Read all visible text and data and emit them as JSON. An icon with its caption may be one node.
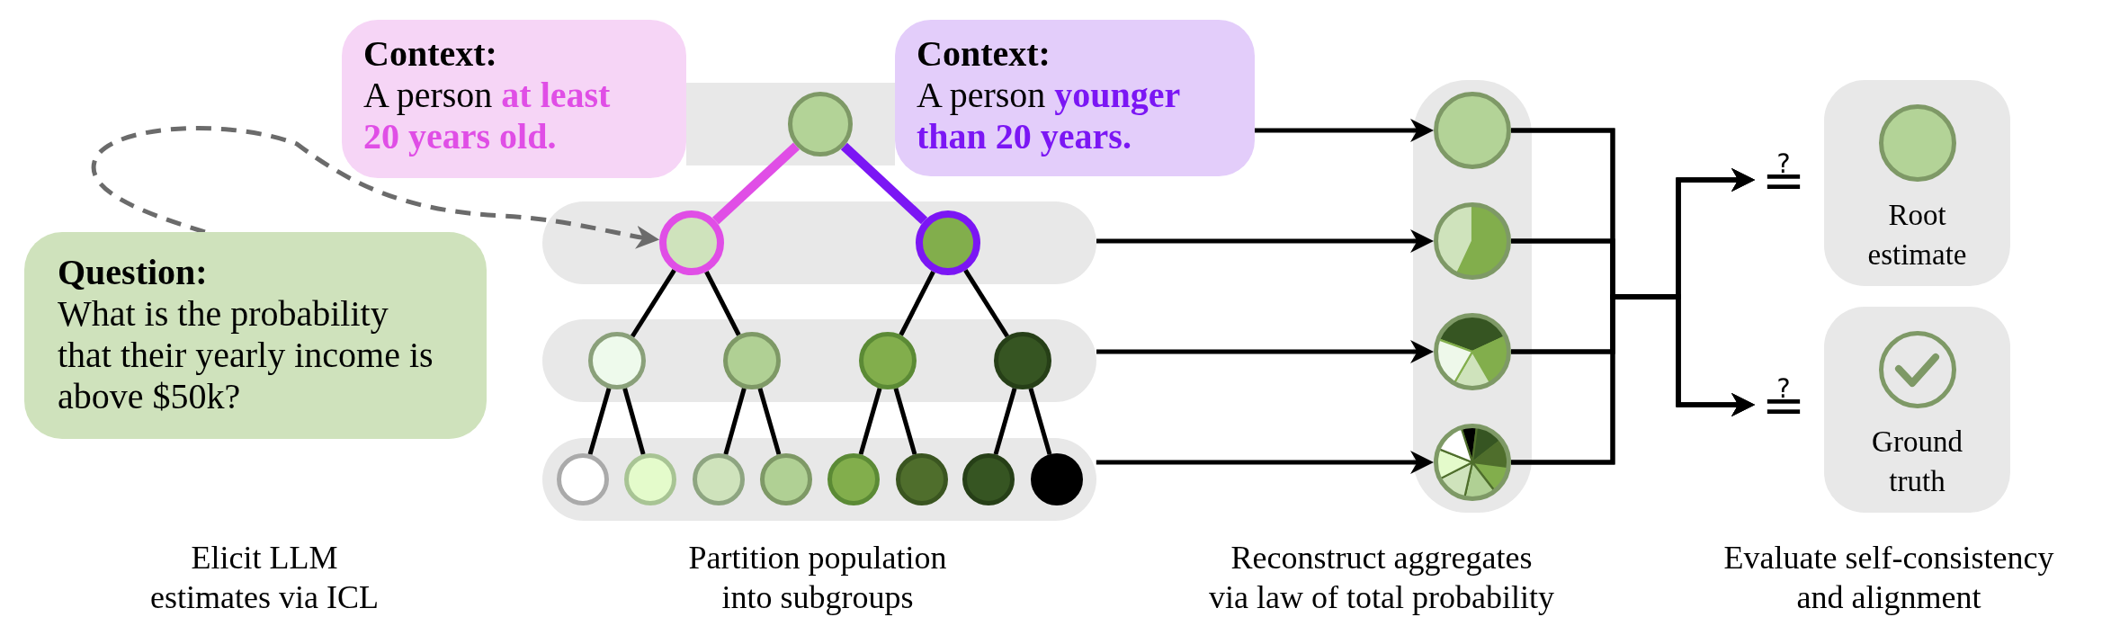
{
  "diagram": {
    "nodes": [
      {
        "text": [
          "Context:",
          "A person **at least 20 years old.**"
        ]
      },
      {
        "text": [
          "Context:",
          "A person **younger than 20 years.**"
        ]
      },
      {
        "text": [
          "Question:",
          "What is the probability that their yearly income is above $50k?"
        ]
      },
      {
        "text": [],
        "shape": "bar"
      },
      {
        "text": [],
        "shape": "circle",
        "in": 3
      },
      {
        "text": [],
        "shape": "bar"
      },
      {
        "text": [],
        "shape": "circle",
        "in": 5
      },
      {
        "text": [],
        "shape": "circle",
        "in": 5
      },
      {
        "text": [],
        "shape": "bar"
      },
      {
        "text": [],
        "shape": "circle",
        "in": 8
      },
      {
        "text": [],
        "shape": "circle",
        "in": 8
      },
      {
        "text": [],
        "shape": "circle",
        "in": 8
      },
      {
        "text": [],
        "shape": "circle",
        "in": 8
      },
      {
        "text": [],
        "shape": "bar"
      },
      {
        "text": [],
        "shape": "circle",
        "in": 13
      },
      {
        "text": [],
        "shape": "circle",
        "in": 13
      },
      {
        "text": [],
        "shape": "circle",
        "in": 13
      },
      {
        "text": [],
        "shape": "circle",
        "in": 13
      },
      {
        "text": [],
        "shape": "circle",
        "in": 13
      },
      {
        "text": [],
        "shape": "circle",
        "in": 13
      },
      {
        "text": [],
        "shape": "circle",
        "in": 13
      },
      {
        "text": [],
        "shape": "circle",
        "in": 13
      },
      {
        "text": [],
        "shape": "box"
      },
      {
        "text": [],
        "shape": "circle",
        "in": 22
      },
      {
        "text": [],
        "shape": "pie",
        "in": 22
      },
      {
        "text": [],
        "shape": "pie",
        "in": 22
      },
      {
        "text": [],
        "shape": "pie",
        "in": 22
      },
      {
        "text": [
          "≟"
        ]
      },
      {
        "text": [
          "Root estimate"
        ]
      },
      {
        "text": [],
        "shape": "circle",
        "in": 28
      },
      {
        "text": [
          "≟"
        ]
      },
      {
        "text": [
          "Ground truth"
        ]
      },
      {
        "text": [],
        "shape": "circle",
        "in": 31
      }
    ],
    "edges": [
      {
        "from": 4,
        "to": 6,
        "arrow": "none",
        "style": "thick",
        "color": "#e04ee6"
      },
      {
        "from": 4,
        "to": 7,
        "arrow": "none",
        "style": "thick",
        "color": "#7b16f4"
      },
      {
        "from": 6,
        "to": 9,
        "arrow": "none"
      },
      {
        "from": 6,
        "to": 10,
        "arrow": "none"
      },
      {
        "from": 7,
        "to": 11,
        "arrow": "none"
      },
      {
        "from": 7,
        "to": 12,
        "arrow": "none"
      },
      {
        "from": 9,
        "to": 14,
        "arrow": "none"
      },
      {
        "from": 9,
        "to": 15,
        "arrow": "none"
      },
      {
        "from": 10,
        "to": 16,
        "arrow": "none"
      },
      {
        "from": 10,
        "to": 17,
        "arrow": "none"
      },
      {
        "from": 11,
        "to": 18,
        "arrow": "none"
      },
      {
        "from": 11,
        "to": 19,
        "arrow": "none"
      },
      {
        "from": 12,
        "to": 20,
        "arrow": "none"
      },
      {
        "from": 12,
        "to": 21,
        "arrow": "none"
      },
      {
        "from": 2,
        "to": 6,
        "arrow": "to",
        "style": "dashed",
        "color": "#6b6b6b"
      },
      {
        "from": 1,
        "to": 23,
        "arrow": "to"
      },
      {
        "from": 5,
        "to": 24,
        "arrow": "to"
      },
      {
        "from": 8,
        "to": 25,
        "arrow": "to"
      },
      {
        "from": 13,
        "to": 26,
        "arrow": "to"
      },
      {
        "from": 23,
        "to": 27,
        "arrow": "to"
      },
      {
        "from": 24,
        "to": 27,
        "arrow": "to"
      },
      {
        "from": 25,
        "to": 27,
        "arrow": "to"
      },
      {
        "from": 26,
        "to": 27,
        "arrow": "to"
      },
      {
        "from": 23,
        "to": 30,
        "arrow": "to"
      },
      {
        "from": 24,
        "to": 30,
        "arrow": "to"
      },
      {
        "from": 25,
        "to": 30,
        "arrow": "to"
      },
      {
        "from": 26,
        "to": 30,
        "arrow": "to"
      }
    ],
    "labels": [
      "Elicit LLM estimates via ICL",
      "Partition population into subgroups",
      "Reconstruct aggregates via law of total probability",
      "Evaluate self-consistency and alignment"
    ]
  }
}
